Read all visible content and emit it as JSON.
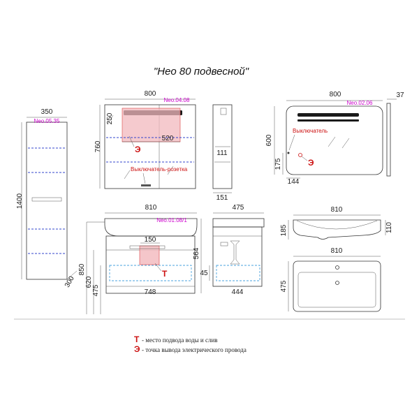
{
  "title": "\"Нео 80 подвесной\"",
  "colors": {
    "dimension_text": "#1a1a1a",
    "model_code": "#cc00cc",
    "note_red": "#cc1111",
    "shelf_blue": "#3344cc",
    "drain_blue": "#4aa3df",
    "zone_fill": "#f2b8bd"
  },
  "pencil": {
    "code": "Neo.05.35",
    "width": "350",
    "height": "1400",
    "depth": "300"
  },
  "mirror_cabinet": {
    "code": "Neo.04.08",
    "width": "800",
    "height": "760",
    "zone_height": "250",
    "zone_width": "520",
    "socket_label": "Выключатель-розетка",
    "side_depth": "151",
    "side_shelf": "111"
  },
  "mirror": {
    "code": "Neo.02.06",
    "width": "800",
    "height": "600",
    "depth": "37",
    "switch_label": "Выключатель",
    "switch_height": "175",
    "switch_offset": "144"
  },
  "vanity": {
    "code": "Neo.01.08/1",
    "width": "810",
    "inner_width": "748",
    "pipe_width": "150",
    "total_height": "850",
    "mid_height": "620",
    "low_height": "475",
    "cabinet_height": "564",
    "depth": "475",
    "inner_depth": "444",
    "drawer_height": "45"
  },
  "sink": {
    "side_width": "810",
    "side_height": "185",
    "side_rim": "110",
    "top_width": "810",
    "top_depth": "475"
  },
  "legend": [
    {
      "mark": "Т",
      "text": "- место подвода воды и слив"
    },
    {
      "mark": "Э",
      "text": "- точка вывода электрического провода"
    }
  ]
}
